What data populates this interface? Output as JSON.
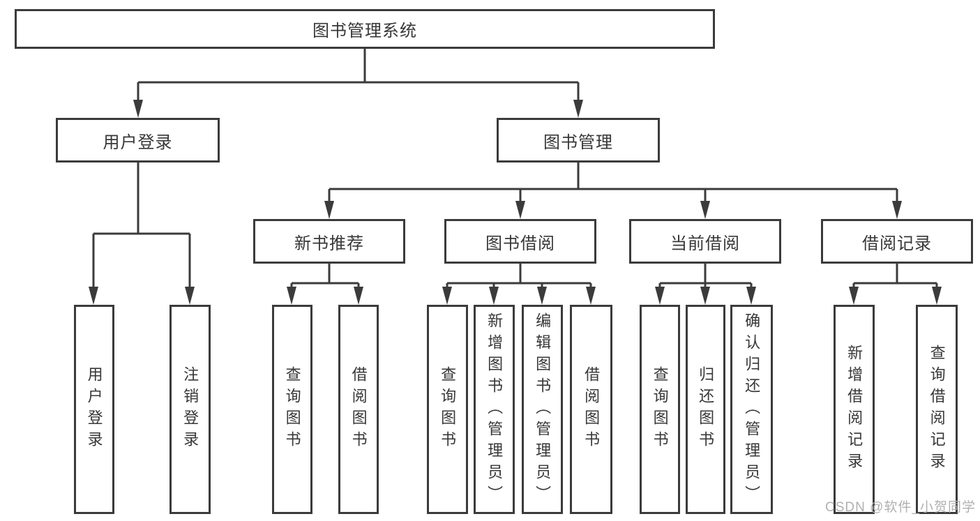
{
  "colors": {
    "line": "#3b3b3b",
    "box_border": "#3b3b3b",
    "text": "#373737",
    "background": "#ffffff",
    "watermark": "#b0b0b0"
  },
  "watermark": {
    "text": "CSDN @软件_小贺同学"
  },
  "tree": {
    "root": {
      "label": "图书管理系统"
    },
    "level2": [
      {
        "label": "用户登录"
      },
      {
        "label": "图书管理"
      }
    ],
    "level3": [
      {
        "label": "新书推荐"
      },
      {
        "label": "图书借阅"
      },
      {
        "label": "当前借阅"
      },
      {
        "label": "借阅记录"
      }
    ],
    "level4": {
      "user_login": [
        {
          "label": "用户登录"
        },
        {
          "label": "注销登录"
        }
      ],
      "new_book_recommend": [
        {
          "label": "查询图书"
        },
        {
          "label": "借阅图书"
        }
      ],
      "book_borrow": [
        {
          "label": "查询图书"
        },
        {
          "label": "新增图书（管理员）"
        },
        {
          "label": "编辑图书（管理员）"
        },
        {
          "label": "借阅图书"
        }
      ],
      "current_borrow": [
        {
          "label": "查询图书"
        },
        {
          "label": "归还图书"
        },
        {
          "label": "确认归还（管理员）"
        }
      ],
      "borrow_record": [
        {
          "label": "新增借阅记录"
        },
        {
          "label": "查询借阅记录"
        }
      ]
    }
  }
}
